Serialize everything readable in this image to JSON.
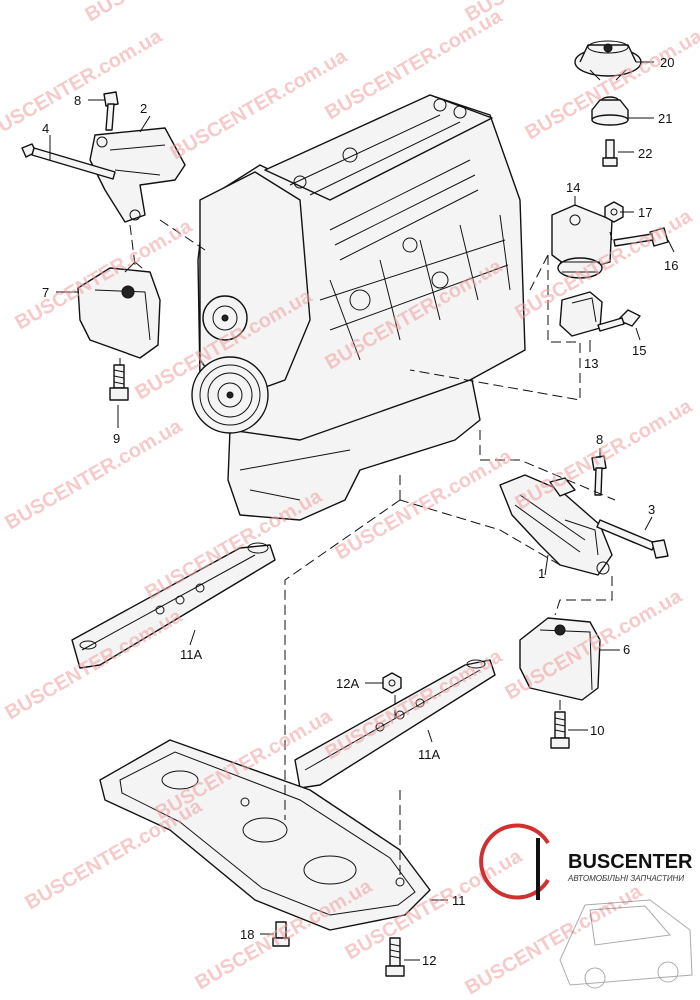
{
  "callouts": {
    "c1": "1",
    "c2": "2",
    "c3": "3",
    "c4": "4",
    "c6": "6",
    "c7": "7",
    "c8a": "8",
    "c8b": "8",
    "c9": "9",
    "c10": "10",
    "c11": "11",
    "c11a_left": "11A",
    "c11a_right": "11A",
    "c12": "12",
    "c12a": "12A",
    "c13": "13",
    "c14": "14",
    "c15": "15",
    "c16": "16",
    "c17": "17",
    "c18": "18",
    "c20": "20",
    "c21": "21",
    "c22": "22"
  },
  "watermark": "BUSCENTER.com.ua",
  "brand": {
    "name": "BUSCENTER",
    "tagline": "АВТОМОБІЛЬНІ ЗАПЧАСТИНИ"
  }
}
